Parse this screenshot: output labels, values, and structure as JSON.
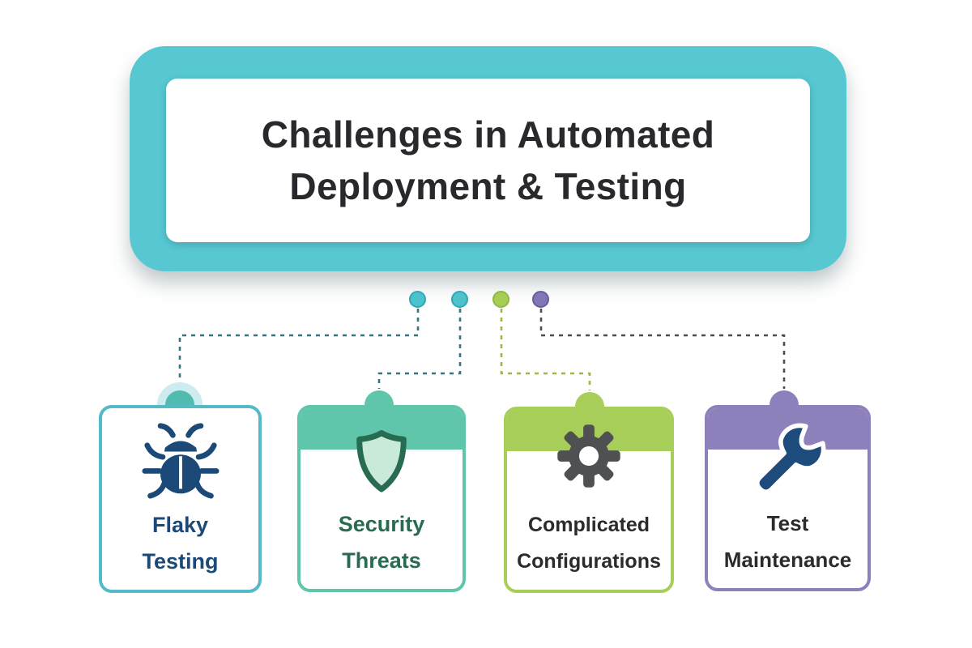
{
  "title": {
    "line1": "Challenges in Automated",
    "line2": "Deployment & Testing",
    "text_color": "#28292c"
  },
  "banner": {
    "outer_color": "#57c8d2",
    "panel_color": "#ffffff"
  },
  "dots": [
    {
      "label": "flaky-testing-dot",
      "fill": "#4cc2cd",
      "edge": "#2fa9b8"
    },
    {
      "label": "security-threats-dot",
      "fill": "#4cc2cd",
      "edge": "#2fa9b8"
    },
    {
      "label": "complicated-configurations-dot",
      "fill": "#a7cd55",
      "edge": "#8fba40"
    },
    {
      "label": "test-maintenance-dot",
      "fill": "#8176b6",
      "edge": "#685d9f"
    }
  ],
  "connectors": [
    {
      "label": "connector-flaky-testing",
      "color": "#36747f"
    },
    {
      "label": "connector-security-threats",
      "color": "#36747f"
    },
    {
      "label": "connector-complicated-configurations",
      "color": "#9cb845"
    },
    {
      "label": "connector-test-maintenance",
      "color": "#4c4c59"
    }
  ],
  "cards": [
    {
      "line1": "Flaky",
      "line2": "Testing",
      "accent": "#54bac6",
      "bump_color": "#50bbae",
      "halo_color": "#cdecf0",
      "text_color": "#1b4a78",
      "icon": "bug-icon",
      "icon_color": "#1b4a78"
    },
    {
      "line1": "Security",
      "line2": "Threats",
      "accent": "#5fc5ab",
      "bump_color": "#5fc5ab",
      "text_color": "#276b51",
      "icon": "shield-icon",
      "icon_color": "#276b51",
      "icon_fill": "#c9ead9"
    },
    {
      "line1": "Complicated",
      "line2": "Configurations",
      "accent": "#a6ce58",
      "bump_color": "#a6ce58",
      "text_color": "#2b2b2e",
      "icon": "gear-icon",
      "icon_color": "#4f5052",
      "icon_hole": "#ffffff"
    },
    {
      "line1": "Test",
      "line2": "Maintenance",
      "accent": "#8e80bb",
      "bump_color": "#8e80bb",
      "text_color": "#2b2b2e",
      "icon": "wrench-icon",
      "icon_color": "#1d4b7c",
      "icon_outline": "#ffffff"
    }
  ]
}
